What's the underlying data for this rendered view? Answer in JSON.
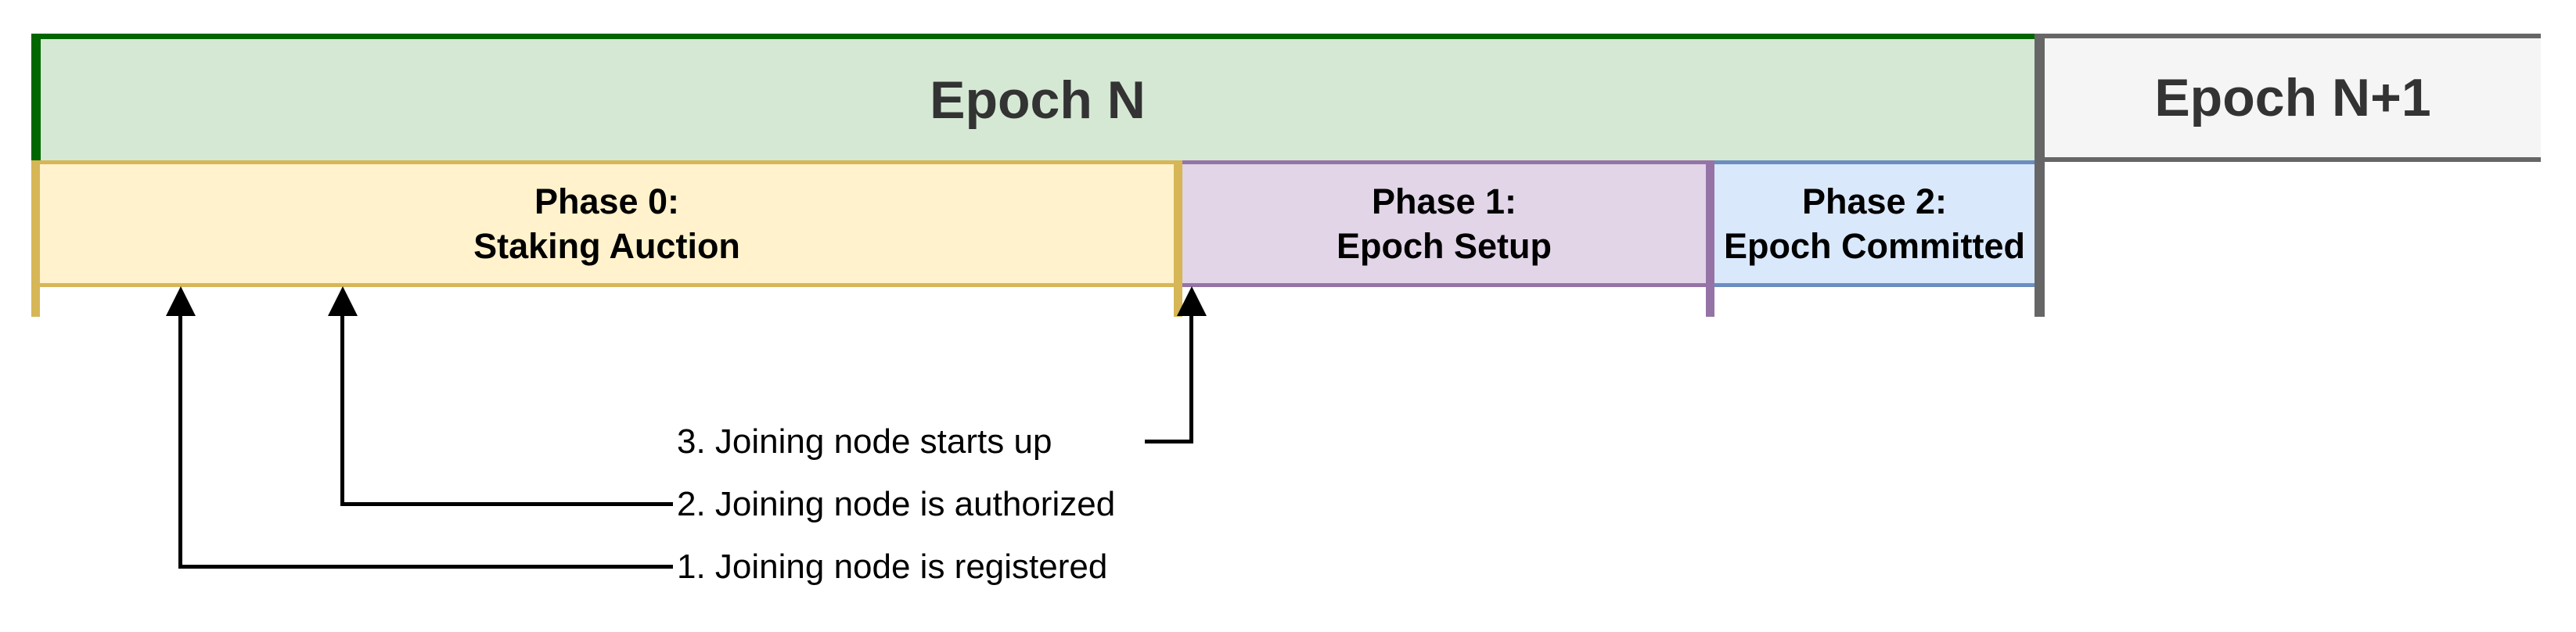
{
  "epochs": {
    "current": {
      "label": "Epoch N"
    },
    "next": {
      "label": "Epoch N+1"
    }
  },
  "phases": [
    {
      "line1": "Phase 0:",
      "line2": "Staking Auction"
    },
    {
      "line1": "Phase 1:",
      "line2": "Epoch Setup"
    },
    {
      "line1": "Phase 2:",
      "line2": "Epoch Committed"
    }
  ],
  "events": [
    {
      "label": "1. Joining node is registered"
    },
    {
      "label": "2. Joining node is authorized"
    },
    {
      "label": "3. Joining node starts up"
    }
  ],
  "colors": {
    "epoch_n_fill": "#d5e8d4",
    "epoch_n_border": "#006600",
    "epoch_n1_fill": "#f5f5f5",
    "epoch_n1_border": "#666666",
    "phase0_fill": "#fff2cc",
    "phase0_border": "#d6b656",
    "phase1_fill": "#e1d5e7",
    "phase1_border": "#9673a6",
    "phase2_fill": "#dae8fc",
    "phase2_border": "#6c8ebf",
    "divider": "#666666",
    "arrow": "#000000",
    "epoch_text": "#333333",
    "phase_text": "#000000"
  }
}
